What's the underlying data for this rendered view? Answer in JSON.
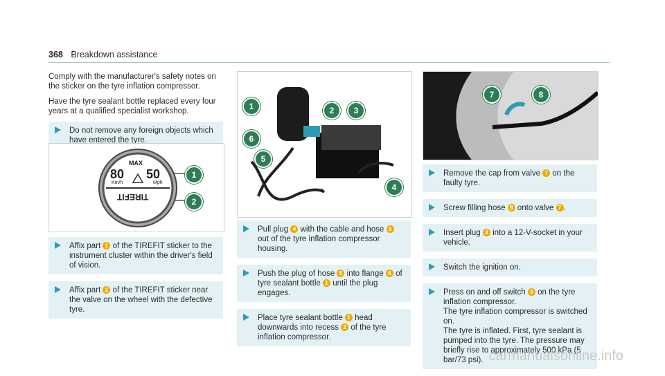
{
  "header": {
    "page_number": "368",
    "section": "Breakdown assistance"
  },
  "col1": {
    "para1": "Comply with the manufacturer's safety notes on the sticker on the tyre inflation compressor.",
    "para2": "Have the tyre sealant bottle replaced every four years at a qualified specialist workshop.",
    "step1": "Do not remove any foreign objects which have entered the tyre.",
    "step2_a": "Affix part",
    "step2_b": "of the TIREFIT sticker to the instrument cluster within the driver's field of vision.",
    "step3_a": "Affix part",
    "step3_b": "of the TIREFIT sticker near the valve on the wheel with the defective tyre."
  },
  "fig1": {
    "max": "MAX",
    "left_num": "80",
    "left_unit": "Km/h",
    "right_num": "50",
    "right_unit": "Mph",
    "brand": "TIREFIT",
    "callouts": [
      "1",
      "2"
    ]
  },
  "fig2": {
    "callouts": [
      "1",
      "2",
      "3",
      "6",
      "5",
      "4"
    ]
  },
  "fig3": {
    "callouts": [
      "7",
      "8"
    ]
  },
  "col2": {
    "s1_a": "Pull plug",
    "s1_b": "with the cable and hose",
    "s1_c": "out of the tyre inflation compressor housing.",
    "s2_a": "Push the plug of hose",
    "s2_b": "into flange",
    "s2_c": "of tyre sealant bottle",
    "s2_d": "until the plug engages.",
    "s3_a": "Place tyre sealant bottle",
    "s3_b": "head downwards into recess",
    "s3_c": "of the tyre inflation compressor."
  },
  "col3": {
    "s1_a": "Remove the cap from valve",
    "s1_b": "on the faulty tyre.",
    "s2_a": "Screw filling hose",
    "s2_b": "onto valve",
    "s2_c": ".",
    "s3_a": "Insert plug",
    "s3_b": "into a 12-V-socket in your vehicle.",
    "s4": "Switch the ignition on.",
    "s5_a": "Press on and off switch",
    "s5_b": "on the tyre inflation compressor.",
    "s5_c": "The tyre inflation compressor is switched on.",
    "s5_d": "The tyre is inflated. First, tyre sealant is pumped into the tyre. The pressure may briefly rise to approximately 500 kPa (5 bar/73 psi)."
  },
  "nums": {
    "n1": "1",
    "n2": "2",
    "n3": "3",
    "n4": "4",
    "n5": "5",
    "n6": "6",
    "n7": "7",
    "n8": "8"
  },
  "watermark": "carmanualsonline.info"
}
